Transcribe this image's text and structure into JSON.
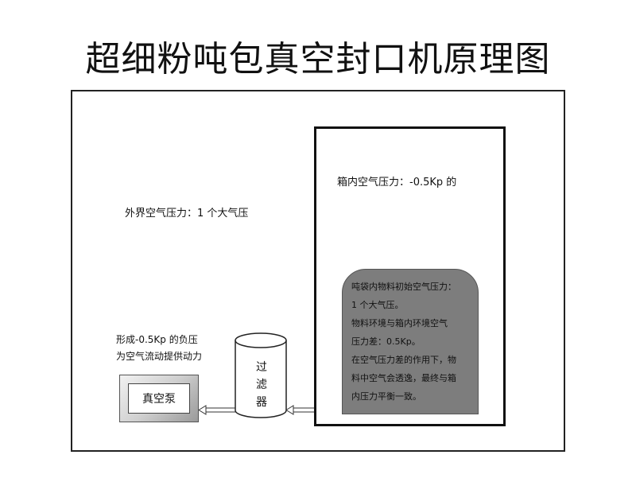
{
  "title": "超细粉吨包真空封口机原理图",
  "labels": {
    "chamber": "箱内空气压力：-0.5Kp 的",
    "outside": "外界空气压力：1 个大气压",
    "pump_note_1": "形成-0.5Kp 的负压",
    "pump_note_2": "为空气流动提供动力",
    "pump": "真空泵",
    "filter_1": "过",
    "filter_2": "滤",
    "filter_3": "器"
  },
  "bag_lines": [
    "吨袋内物料初始空气压力：",
    "1 个大气压。",
    "物料环境与箱内环境空气",
    "压力差：0.5Kp。",
    "在空气压力差的作用下，物",
    "料中空气会透逸，最终与箱",
    "内压力平衡一致。"
  ]
}
